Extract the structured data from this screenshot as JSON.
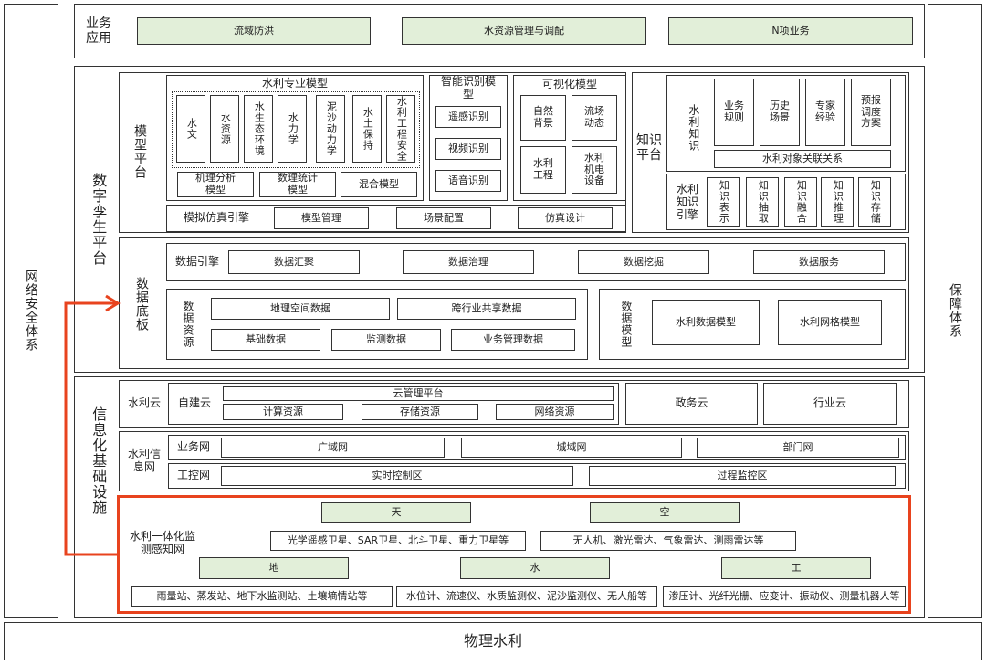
{
  "left_column": "网络安全体系",
  "right_column": "保障体系",
  "bottom": "物理水利",
  "business": {
    "title": "业务应用",
    "items": [
      "流域防洪",
      "水资源管理与调配",
      "N项业务"
    ]
  },
  "twin": {
    "title": "数字孪生平台",
    "model_platform": {
      "title": "模型平台",
      "professional": {
        "title": "水利专业模型",
        "models": [
          "水文",
          "水资源",
          "水生态环境",
          "水力学",
          "泥沙动力学",
          "水土保持",
          "水利工程安全"
        ],
        "bottom": [
          "机理分析模型",
          "数理统计模型",
          "混合模型"
        ]
      },
      "ai": {
        "title": "智能识别模型",
        "items": [
          "遥感识别",
          "视频识别",
          "语音识别"
        ]
      },
      "vis": {
        "title": "可视化模型",
        "items": [
          "自然背景",
          "流场动态",
          "水利工程",
          "水利机电设备"
        ]
      },
      "sim": {
        "title": "模拟仿真引擎",
        "items": [
          "模型管理",
          "场景配置",
          "仿真设计"
        ]
      }
    },
    "knowledge": {
      "title": "知识平台",
      "k_title": "水利知识",
      "k_items": [
        "业务规则",
        "历史场景",
        "专家经验",
        "预报调度方案"
      ],
      "relation": "水利对象关联关系",
      "engine_title": "水利知识引擎",
      "engine_items": [
        "知识表示",
        "知识抽取",
        "知识融合",
        "知识推理",
        "知识存储"
      ]
    },
    "data_base": {
      "title": "数据底板",
      "engine_title": "数据引擎",
      "engine_items": [
        "数据汇聚",
        "数据治理",
        "数据挖掘",
        "数据服务"
      ],
      "resources_title": "数据资源",
      "resources": [
        "地理空间数据",
        "跨行业共享数据",
        "基础数据",
        "监测数据",
        "业务管理数据"
      ],
      "model_title": "数据模型",
      "models": [
        "水利数据模型",
        "水利网格模型"
      ]
    }
  },
  "infra": {
    "title": "信息化基础设施",
    "cloud": {
      "title": "水利云",
      "self_title": "自建云",
      "mgmt": "云管理平台",
      "resources": [
        "计算资源",
        "存储资源",
        "网络资源"
      ],
      "gov": "政务云",
      "industry": "行业云"
    },
    "network": {
      "title": "水利信息网",
      "business_title": "业务网",
      "business_items": [
        "广域网",
        "城域网",
        "部门网"
      ],
      "control_title": "工控网",
      "control_items": [
        "实时控制区",
        "过程监控区"
      ]
    },
    "sensing": {
      "title": "水利一体化监测感知网",
      "sky": "天",
      "sky_desc": "光学遥感卫星、SAR卫星、北斗卫星、重力卫星等",
      "air": "空",
      "air_desc": "无人机、激光雷达、气象雷达、测雨雷达等",
      "land": "地",
      "land_desc": "雨量站、蒸发站、地下水监测站、土壤墒情站等",
      "water": "水",
      "water_desc": "水位计、流速仪、水质监测仪、泥沙监测仪、无人船等",
      "work": "工",
      "work_desc": "渗压计、光纤光栅、应变计、振动仪、测量机器人等"
    }
  },
  "colors": {
    "highlight": "#e8431e",
    "green_fill": "#e2efd9",
    "border": "#333333"
  }
}
